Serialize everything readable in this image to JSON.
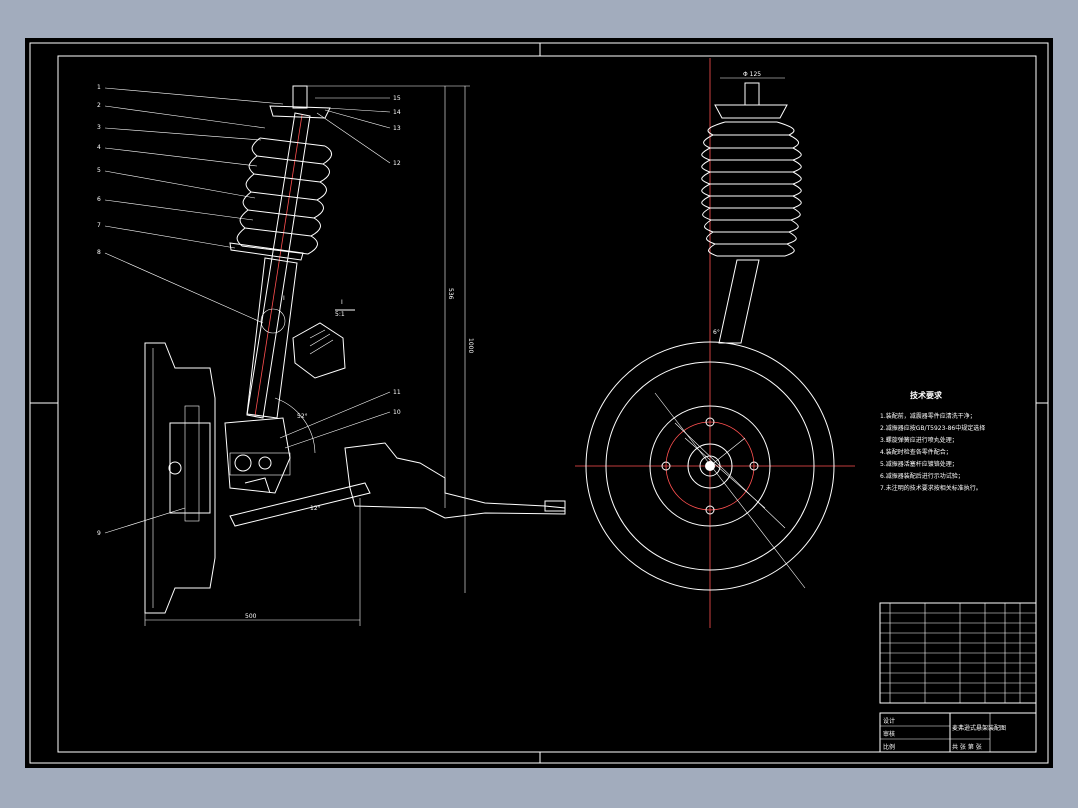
{
  "drawing": {
    "part_labels": [
      "1",
      "2",
      "3",
      "4",
      "5",
      "6",
      "7",
      "8",
      "9",
      "10",
      "11",
      "12",
      "13",
      "14",
      "15"
    ],
    "dimensions": {
      "height_total": "1000",
      "height_inner": "536",
      "width_bottom": "500",
      "angle_strut": "52°",
      "angle_arm": "12°",
      "angle_front": "6°",
      "top_dia": "Φ 125"
    },
    "section_marker": {
      "name": "I",
      "scale": "5:1"
    },
    "tech_requirements": {
      "title": "技术要求",
      "items": [
        "1.装配前，减震器零件应清洗干净；",
        "2.减振器应按GB/T5923-86中规定选择",
        "3.螺旋弹簧应进行喷丸处理；",
        "4.装配时检查各零件配合；",
        "5.减振器活塞杆应镀铬处理；",
        "6.减振器装配后进行示功试验；",
        "7.未注明的技术要求按相关标准执行。"
      ]
    },
    "title_block": {
      "drawing_name": "麦弗逊式悬架装配图",
      "designer_label": "设计",
      "check_label": "审核",
      "scale_label": "比例",
      "sheet_label": "共 张 第 张"
    }
  }
}
